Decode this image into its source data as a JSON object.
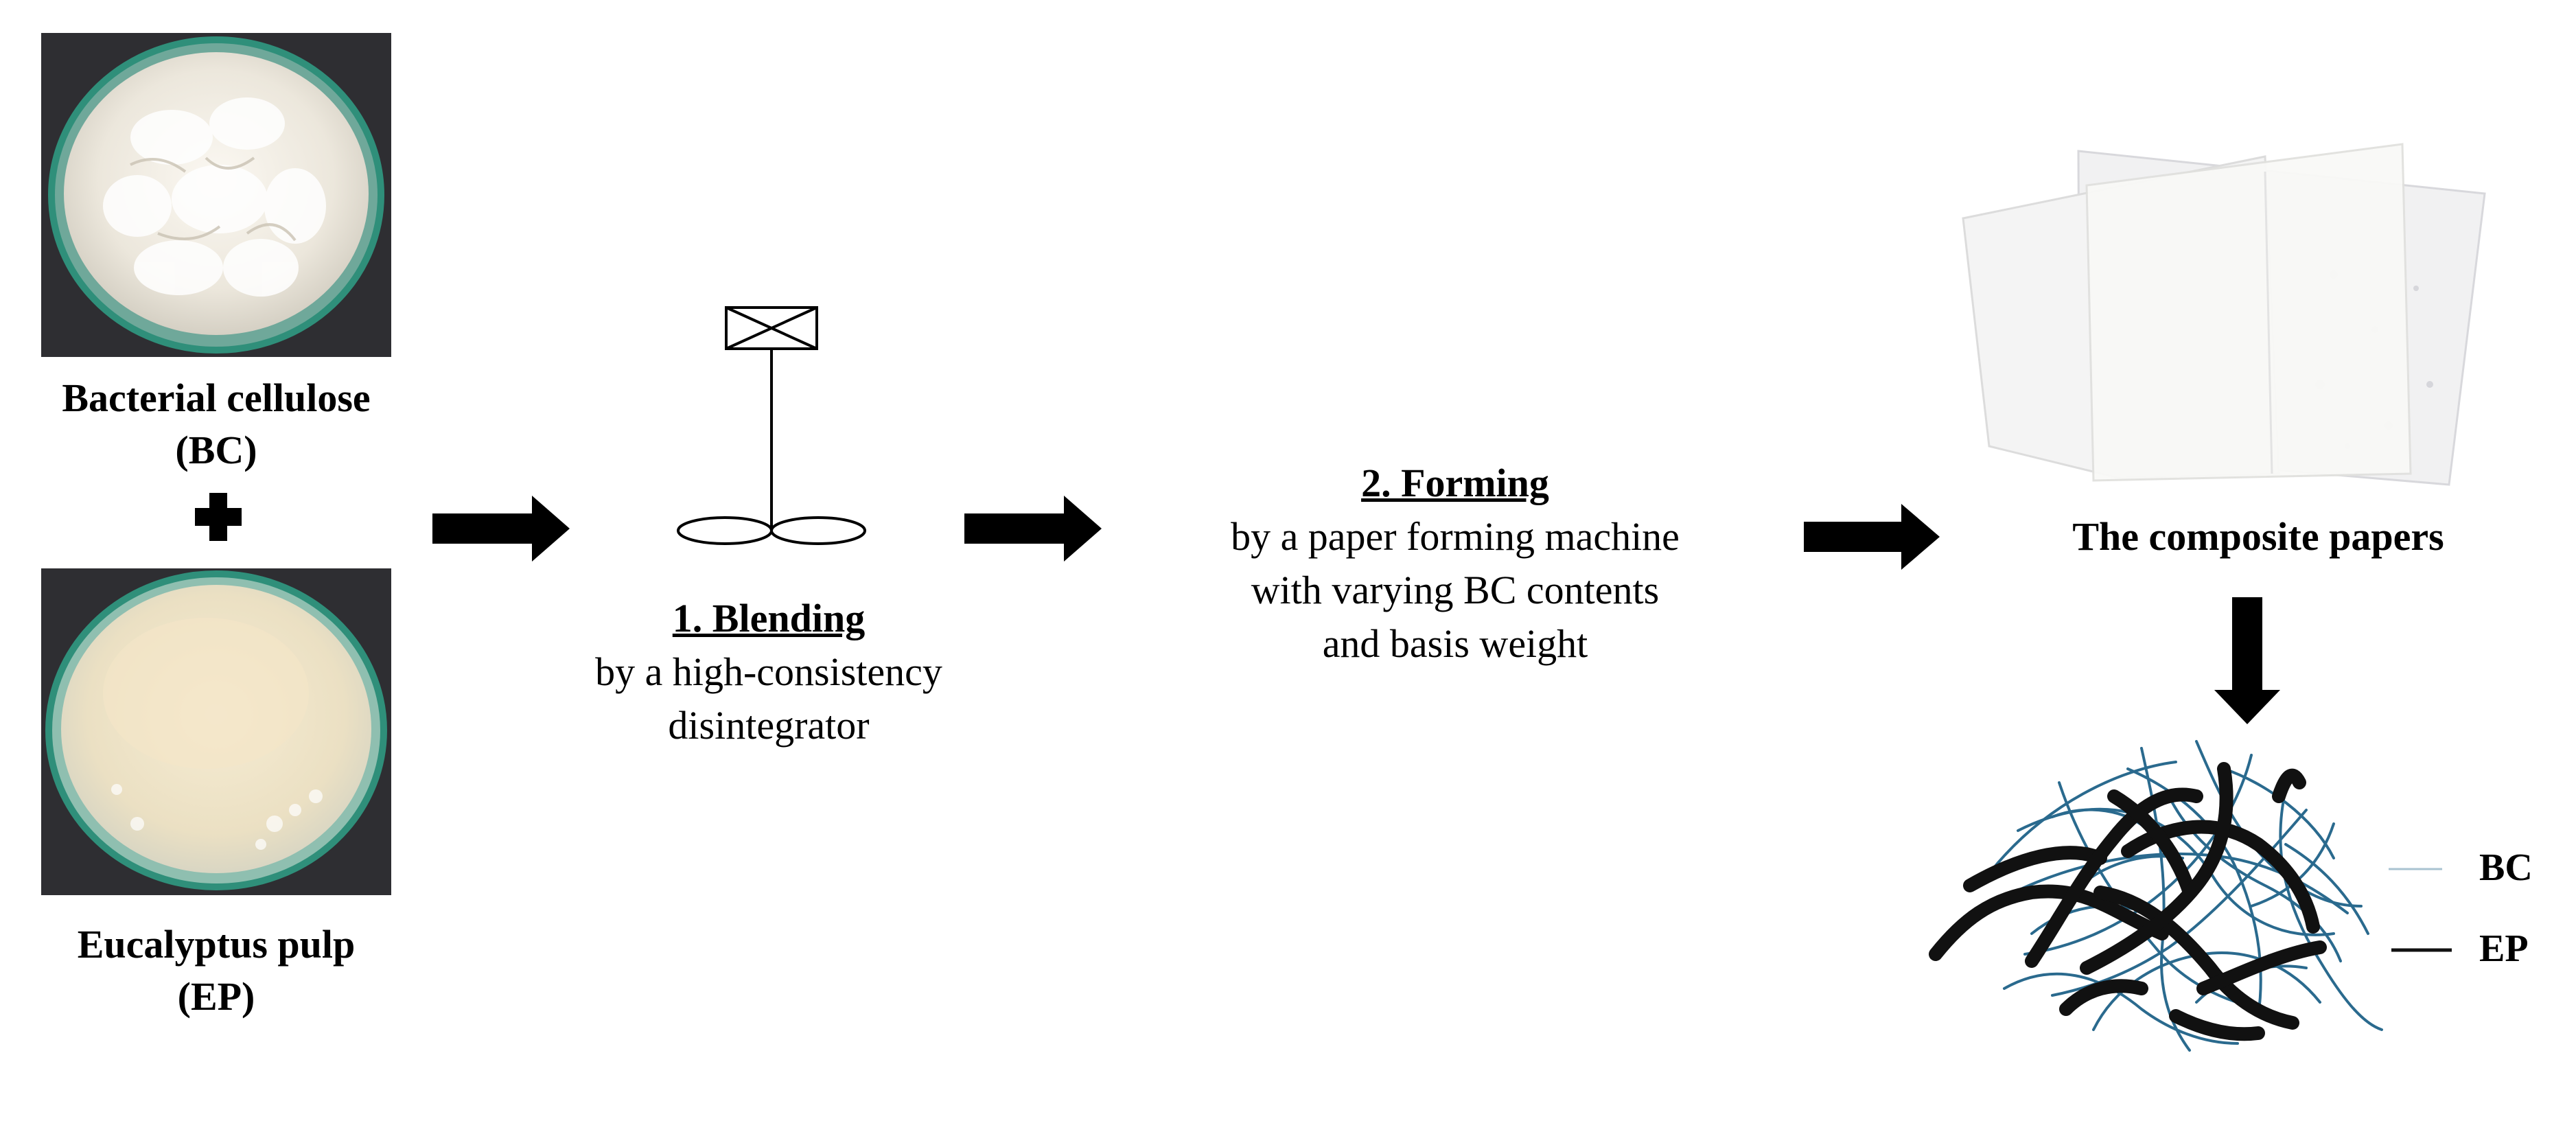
{
  "ingredients": {
    "bc": {
      "line1": "Bacterial cellulose",
      "line2": "(BC)"
    },
    "ep": {
      "line1": "Eucalyptus pulp",
      "line2": "(EP)"
    }
  },
  "steps": {
    "blending": {
      "title": "1. Blending",
      "line1": "by a high-consistency",
      "line2": "disintegrator"
    },
    "forming": {
      "title": "2. Forming",
      "line1": "by a paper forming machine",
      "line2": "with varying BC contents",
      "line3": "and basis weight"
    }
  },
  "result": {
    "label": "The composite papers"
  },
  "legend": {
    "bc": "BC",
    "ep": "EP"
  },
  "colors": {
    "bc_fiber": "#2a6a8e",
    "ep_fiber": "#111111",
    "dish_rim": "#2f8f7a",
    "photo_bg": "#2e2e32"
  }
}
